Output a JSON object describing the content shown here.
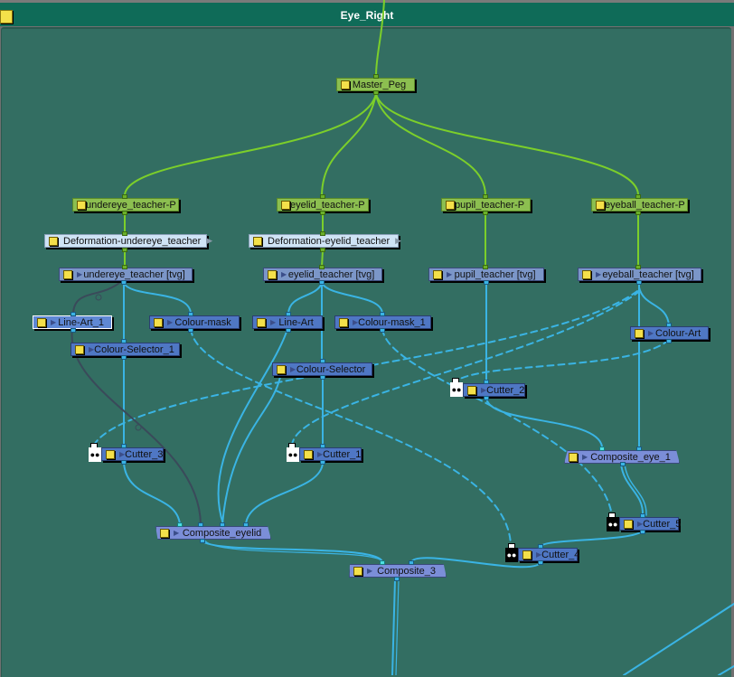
{
  "window": {
    "title": "Eye_Right",
    "title_icon": "yellow-square-icon"
  },
  "colors": {
    "canvas": "#336e62",
    "titlebar": "#0f6b58",
    "peg_node": "#8cbf50",
    "deformation_node": "#cfe3f5",
    "drawing_node": "#7b96c8",
    "effect_node": "#4f77c4",
    "composite_node": "#7b8ed8",
    "peg_wire": "#7ccf2a",
    "image_wire": "#3ab4e4",
    "matte_wire": "#3ab4e4",
    "line_wire": "#3a4a5a"
  },
  "nodes": {
    "master_peg": {
      "label": "Master_Peg",
      "type": "peg"
    },
    "undereye_peg": {
      "label": "undereye_teacher-P",
      "type": "peg"
    },
    "eyelid_peg": {
      "label": "eyelid_teacher-P",
      "type": "peg"
    },
    "pupil_peg": {
      "label": "pupil_teacher-P",
      "type": "peg"
    },
    "eyeball_peg": {
      "label": "eyeball_teacher-P",
      "type": "peg"
    },
    "deform_undereye": {
      "label": "Deformation-undereye_teacher",
      "type": "deformation"
    },
    "deform_eyelid": {
      "label": "Deformation-eyelid_teacher",
      "type": "deformation"
    },
    "undereye_tvg": {
      "label": "undereye_teacher  [tvg]",
      "type": "drawing"
    },
    "eyelid_tvg": {
      "label": "eyelid_teacher  [tvg]",
      "type": "drawing"
    },
    "pupil_tvg": {
      "label": "pupil_teacher  [tvg]",
      "type": "drawing"
    },
    "eyeball_tvg": {
      "label": "eyeball_teacher  [tvg]",
      "type": "drawing"
    },
    "line_art_1": {
      "label": "Line-Art_1",
      "type": "effect",
      "selected": true
    },
    "colour_mask": {
      "label": "Colour-mask",
      "type": "effect"
    },
    "line_art": {
      "label": "Line-Art",
      "type": "effect"
    },
    "colour_mask_1": {
      "label": "Colour-mask_1",
      "type": "effect"
    },
    "colour_art": {
      "label": "Colour-Art",
      "type": "effect"
    },
    "colour_selector_1": {
      "label": "Colour-Selector_1",
      "type": "effect"
    },
    "colour_selector": {
      "label": "Colour-Selector",
      "type": "effect"
    },
    "cutter_2": {
      "label": "Cutter_2",
      "type": "cutter",
      "inverted": false
    },
    "cutter_3": {
      "label": "Cutter_3",
      "type": "cutter",
      "inverted": false
    },
    "cutter_1": {
      "label": "Cutter_1",
      "type": "cutter",
      "inverted": false
    },
    "composite_eye_1": {
      "label": "Composite_eye_1",
      "type": "composite"
    },
    "cutter_5": {
      "label": "Cutter_5",
      "type": "cutter",
      "inverted": true
    },
    "cutter_4": {
      "label": "Cutter_4",
      "type": "cutter",
      "inverted": true
    },
    "composite_eyelid": {
      "label": "Composite_eyelid",
      "type": "composite"
    },
    "composite_3": {
      "label": "Composite_3",
      "type": "composite"
    }
  },
  "icons": {
    "enable": "yellow-square-icon",
    "expand": "▶",
    "mask_glyph": "👓"
  }
}
